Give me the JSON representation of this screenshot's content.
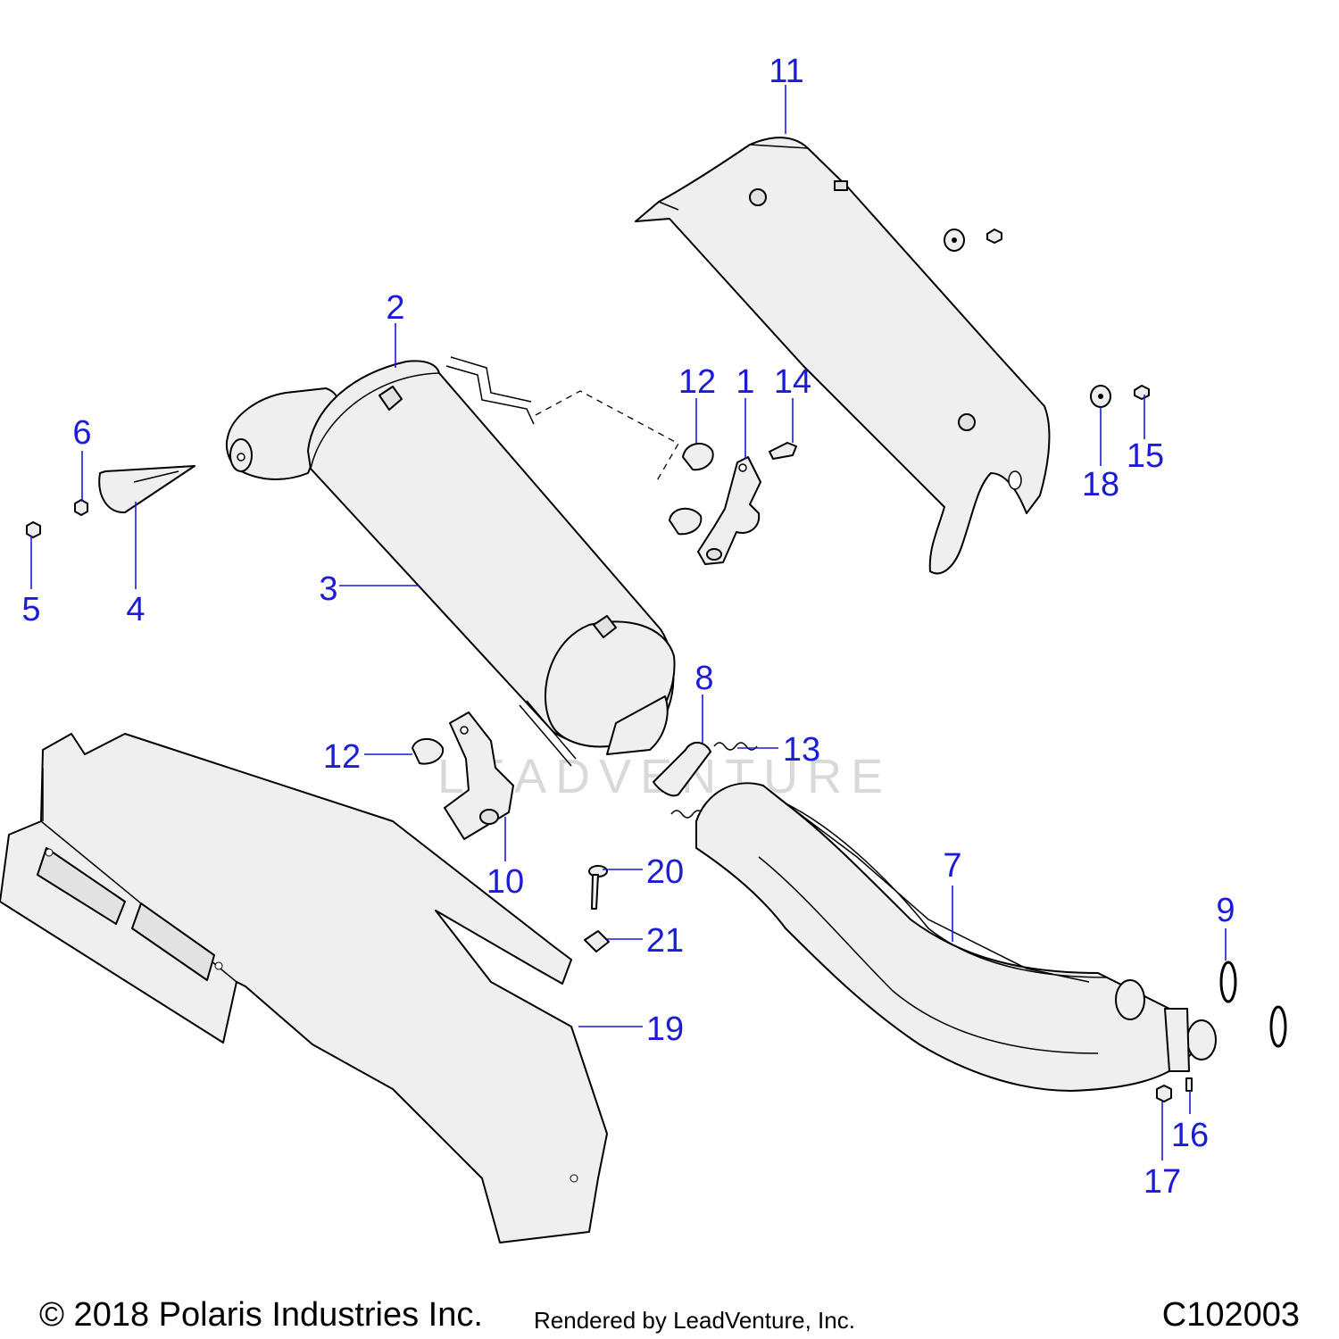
{
  "callouts": [
    {
      "id": "c1",
      "label": "1"
    },
    {
      "id": "c2",
      "label": "2"
    },
    {
      "id": "c3",
      "label": "3"
    },
    {
      "id": "c4",
      "label": "4"
    },
    {
      "id": "c5",
      "label": "5"
    },
    {
      "id": "c6",
      "label": "6"
    },
    {
      "id": "c7",
      "label": "7"
    },
    {
      "id": "c8",
      "label": "8"
    },
    {
      "id": "c9",
      "label": "9"
    },
    {
      "id": "c10",
      "label": "10"
    },
    {
      "id": "c11",
      "label": "11"
    },
    {
      "id": "c12a",
      "label": "12"
    },
    {
      "id": "c12b",
      "label": "12"
    },
    {
      "id": "c13",
      "label": "13"
    },
    {
      "id": "c14",
      "label": "14"
    },
    {
      "id": "c15",
      "label": "15"
    },
    {
      "id": "c16",
      "label": "16"
    },
    {
      "id": "c17",
      "label": "17"
    },
    {
      "id": "c18",
      "label": "18"
    },
    {
      "id": "c19",
      "label": "19"
    },
    {
      "id": "c20",
      "label": "20"
    },
    {
      "id": "c21",
      "label": "21"
    }
  ],
  "watermark": "LEADVENTURE",
  "footer": {
    "copyright": "© 2018 Polaris Industries Inc.",
    "rendered_by": "Rendered by LeadVenture, Inc.",
    "drawing_id": "C102003"
  },
  "colors": {
    "callout": "#1c1cd8",
    "part_fill": "#efefef",
    "outline": "#000000"
  }
}
